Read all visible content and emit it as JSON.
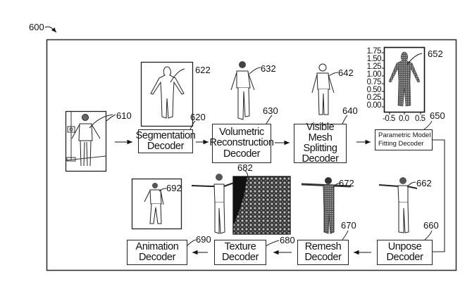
{
  "figure_label": "600",
  "input_image": {
    "ref": "610"
  },
  "decoders": [
    {
      "id": "segmentation",
      "ref": "620",
      "lines": [
        "Segmentation",
        "Decoder"
      ],
      "output_ref": "622"
    },
    {
      "id": "volumetric",
      "ref": "630",
      "lines": [
        "Volumetric",
        "Reconstruction",
        "Decoder"
      ],
      "output_ref": "632"
    },
    {
      "id": "visible-mesh",
      "ref": "640",
      "lines": [
        "Visible Mesh",
        "Splitting",
        "Decoder"
      ],
      "output_ref": "642"
    },
    {
      "id": "parametric",
      "ref": "650",
      "lines": [
        "Parametric Model",
        "Fitting Decoder"
      ],
      "output_ref": "652"
    },
    {
      "id": "unpose",
      "ref": "660",
      "lines": [
        "Unpose",
        "Decoder"
      ],
      "output_ref": "662"
    },
    {
      "id": "remesh",
      "ref": "670",
      "lines": [
        "Remesh",
        "Decoder"
      ],
      "output_ref": "672"
    },
    {
      "id": "texture",
      "ref": "680",
      "lines": [
        "Texture",
        "Decoder"
      ],
      "output_ref": "682"
    },
    {
      "id": "animation",
      "ref": "690",
      "lines": [
        "Animation",
        "Decoder"
      ],
      "output_ref": "692"
    }
  ],
  "plot_652": {
    "y_ticks": [
      "1.75",
      "1.50",
      "1.25",
      "1.00",
      "0.75",
      "0.50",
      "0.25",
      "0.00"
    ],
    "x_ticks": [
      "-0.5",
      "0.0",
      "0.5"
    ]
  }
}
